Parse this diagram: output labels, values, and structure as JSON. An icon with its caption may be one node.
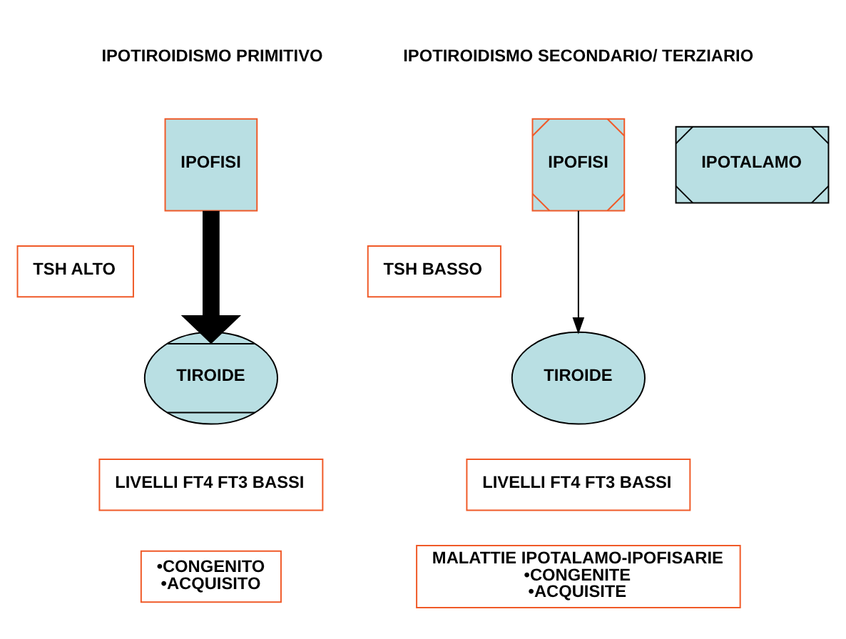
{
  "diagram": {
    "nodes": [
      {
        "text": [
          "IPOFISI"
        ]
      },
      {
        "text": [
          "TSH ALTO"
        ]
      },
      {
        "text": [
          "TIROIDE"
        ]
      },
      {
        "text": [
          "LIVELLI FT4 FT3 BASSI"
        ]
      },
      {
        "text": [
          "•CONGENITO",
          "•ACQUISITO"
        ]
      },
      {
        "text": [
          "IPOFISI"
        ]
      },
      {
        "text": [
          "IPOTALAMO"
        ]
      },
      {
        "text": [
          "TSH BASSO"
        ]
      },
      {
        "text": [
          "TIROIDE"
        ]
      },
      {
        "text": [
          "LIVELLI FT4 FT3 BASSI"
        ]
      },
      {
        "text": [
          "MALATTIE IPOTALAMO-IPOFISARIE",
          "•CONGENITE",
          "•ACQUISITE"
        ]
      }
    ],
    "edges": [
      {
        "from": 0,
        "to": 2,
        "arrow": "to",
        "style": "thick"
      },
      {
        "from": 5,
        "to": 8,
        "arrow": "to"
      }
    ],
    "labels": [
      "IPOTIROIDISMO PRIMITIVO",
      "IPOTIROIDISMO SECONDARIO/ TERZIARIO"
    ]
  }
}
